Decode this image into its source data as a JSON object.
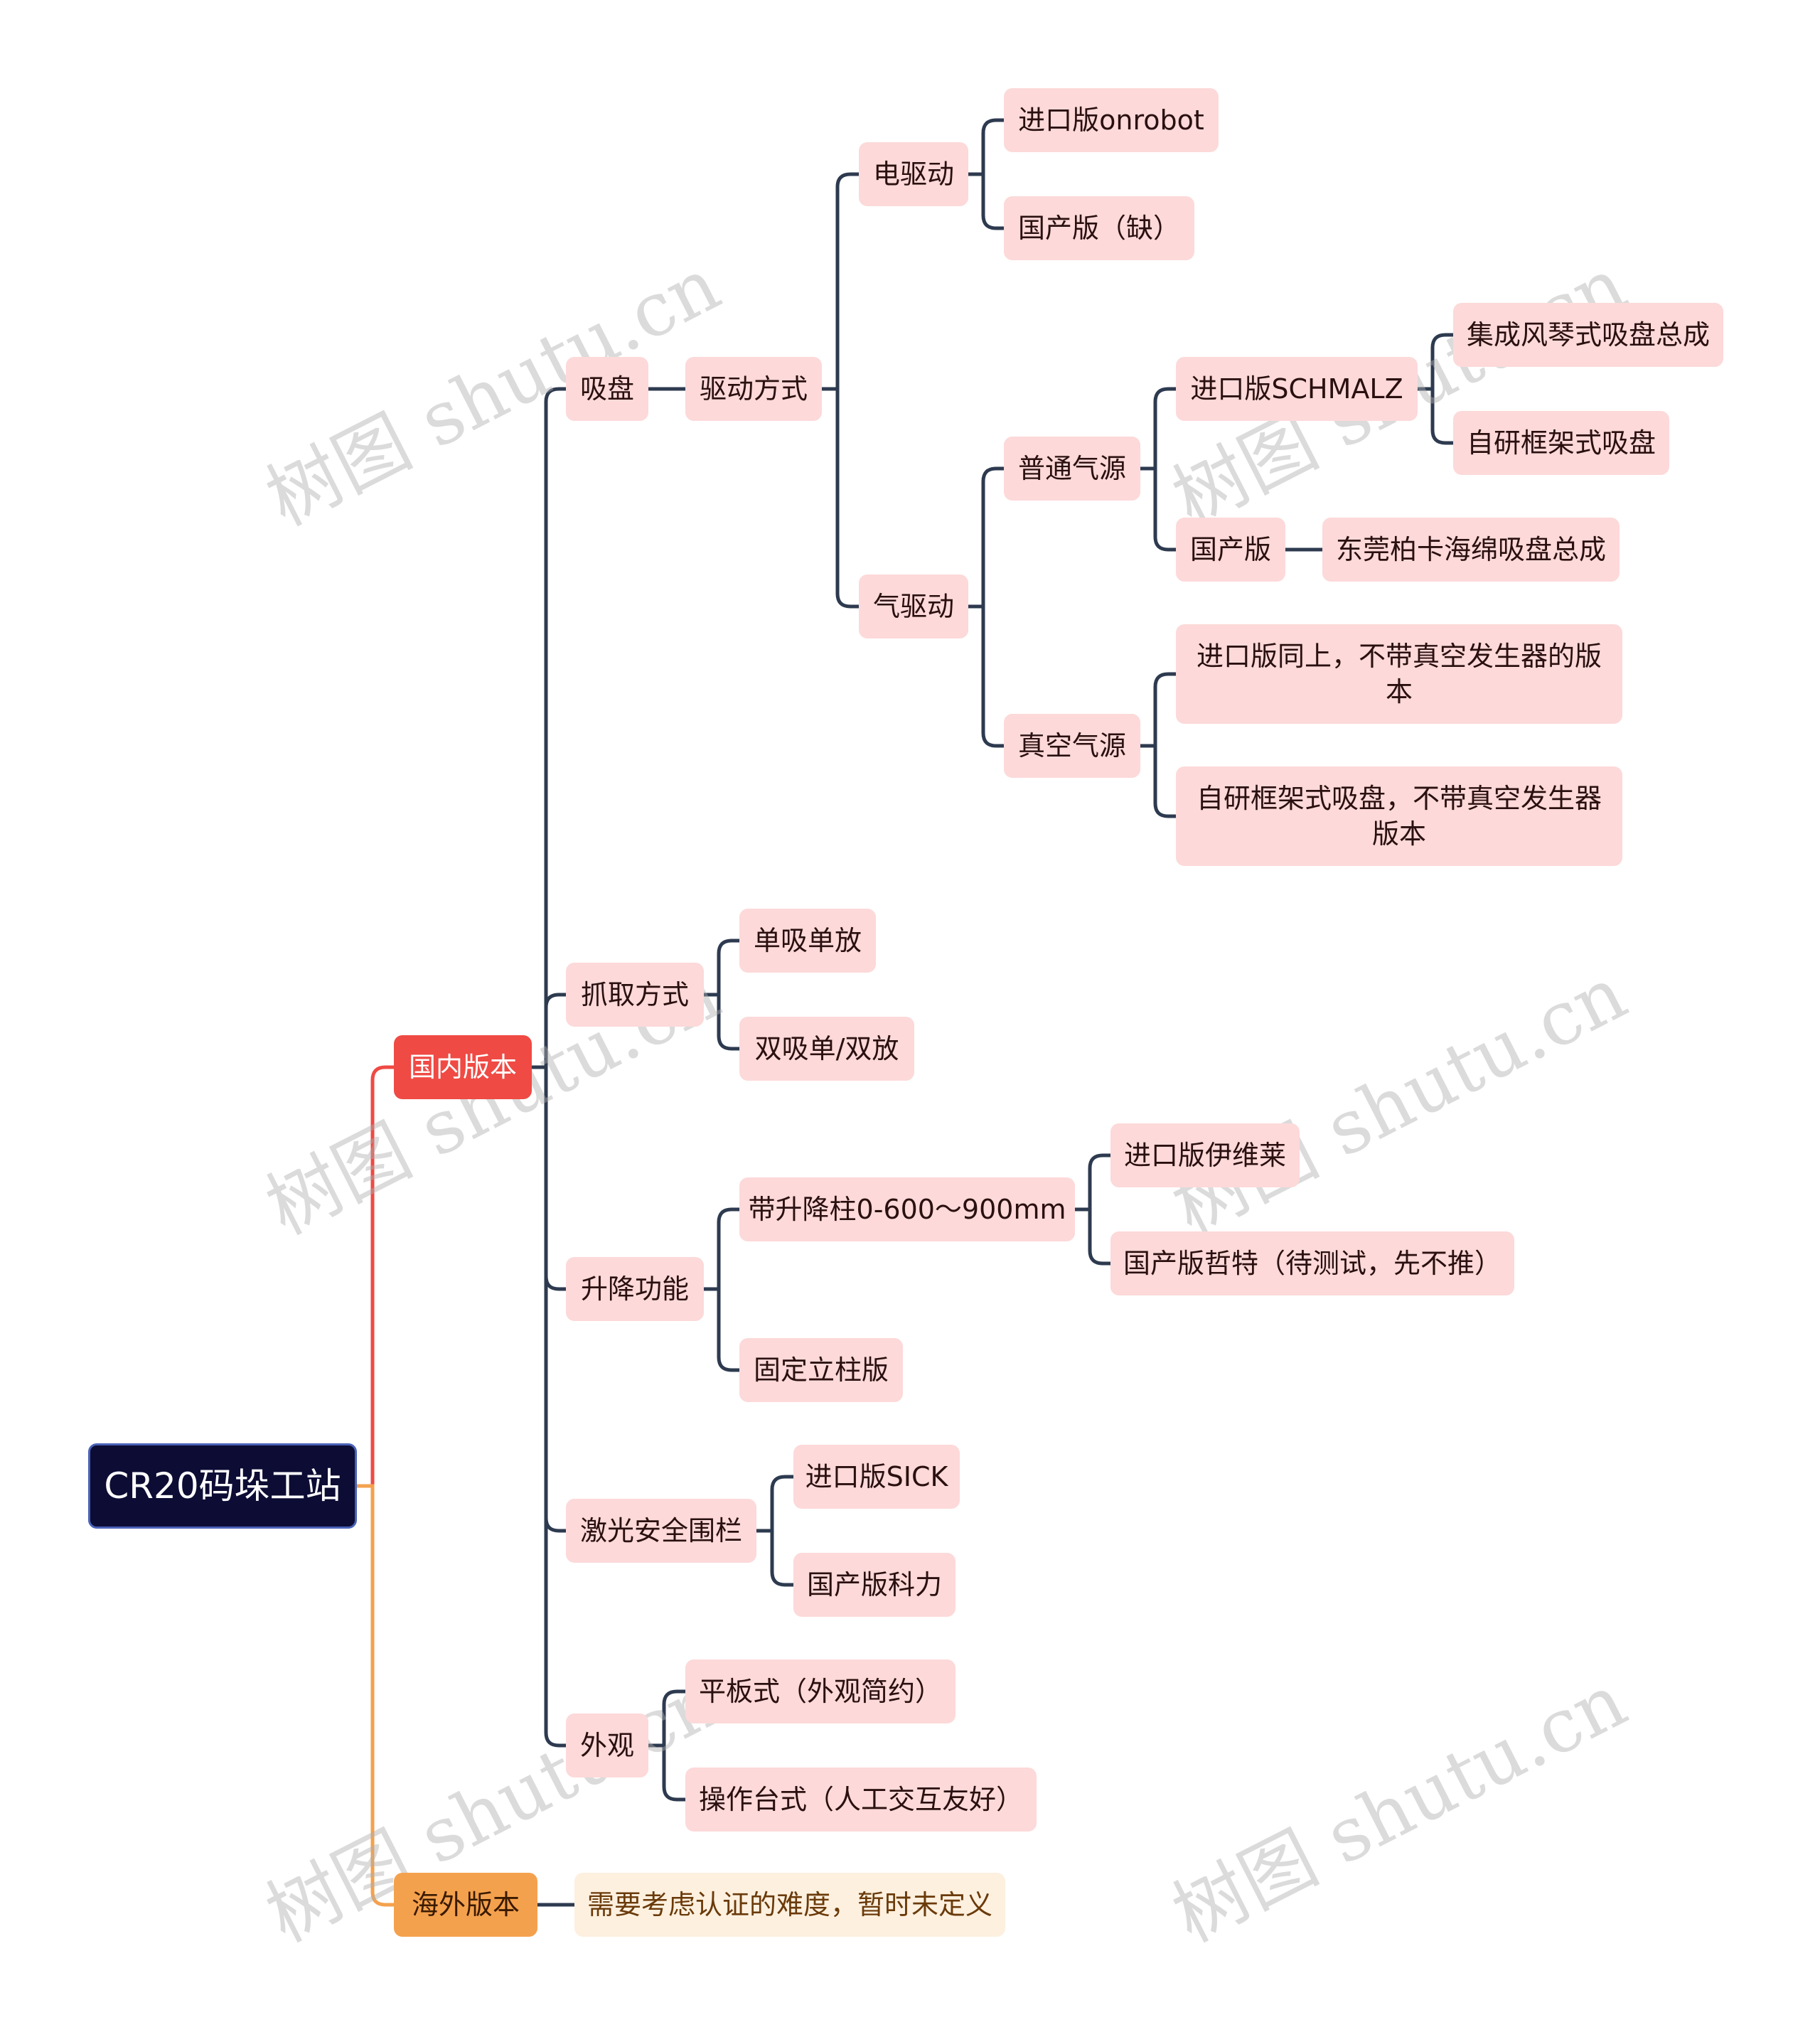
{
  "root": "CR20码垛工站",
  "watermark": "树图 shutu.cn",
  "colors": {
    "root_bg": "#0c0c34",
    "domestic_branch": "#ef4a44",
    "overseas_branch": "#f4a14e",
    "node_bg": "#fdd9d9",
    "note_bg": "#fdf0df",
    "connector": "#2d3a4f"
  },
  "domestic": {
    "label": "国内版本",
    "suction": {
      "label": "吸盘",
      "drive": {
        "label": "驱动方式",
        "electric": {
          "label": "电驱动",
          "imported": "进口版onrobot",
          "domestic": "国产版（缺）"
        },
        "pneumatic": {
          "label": "气驱动",
          "normal_air": {
            "label": "普通气源",
            "imported": {
              "label": "进口版SCHMALZ",
              "opt1": "集成风琴式吸盘总成",
              "opt2": "自研框架式吸盘"
            },
            "domestic": {
              "label": "国产版",
              "opt1": "东莞柏卡海绵吸盘总成"
            }
          },
          "vacuum_air": {
            "label": "真空气源",
            "opt1": "进口版同上，不带真空发生器的版本",
            "opt2": "自研框架式吸盘，不带真空发生器版本"
          }
        }
      }
    },
    "grab": {
      "label": "抓取方式",
      "single": "单吸单放",
      "double": "双吸单/双放"
    },
    "lift": {
      "label": "升降功能",
      "column": {
        "label": "带升降柱0-600～900mm",
        "imported": "进口版伊维莱",
        "domestic": "国产版哲特（待测试，先不推）"
      },
      "fixed": "固定立柱版"
    },
    "laser": {
      "label": "激光安全围栏",
      "imported": "进口版SICK",
      "domestic": "国产版科力"
    },
    "look": {
      "label": "外观",
      "flat": "平板式（外观简约）",
      "console": "操作台式（人工交互友好）"
    }
  },
  "overseas": {
    "label": "海外版本",
    "note": "需要考虑认证的难度，暂时未定义"
  }
}
